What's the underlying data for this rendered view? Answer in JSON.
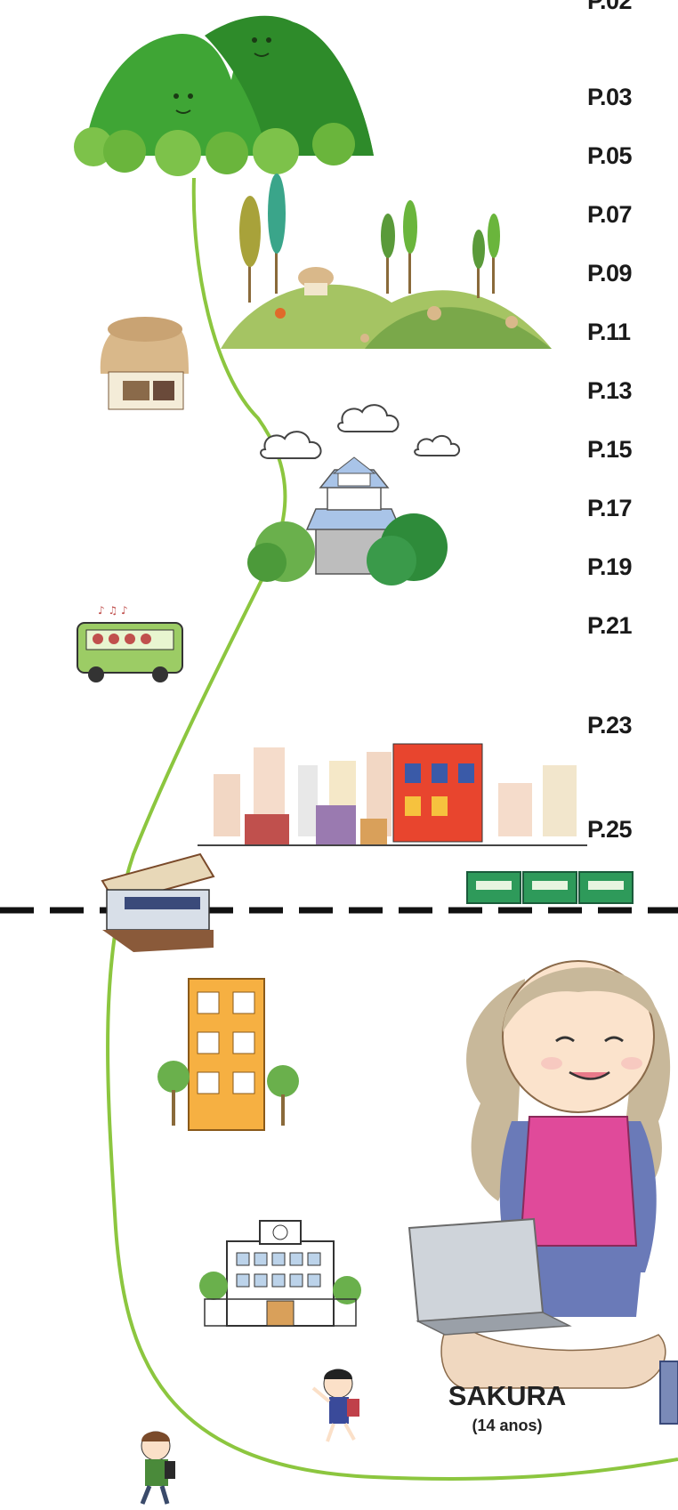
{
  "page_markers": [
    "P.02",
    "P.03",
    "P.05",
    "P.07",
    "P.09",
    "P.11",
    "P.13",
    "P.15",
    "P.17",
    "P.19",
    "P.21",
    "P.23",
    "P.25"
  ],
  "character": {
    "name": "SAKURA",
    "age": "(14 anos)"
  },
  "colors": {
    "path": "#8cc63f",
    "mountain": "#3fa535",
    "divider": "#111111"
  }
}
